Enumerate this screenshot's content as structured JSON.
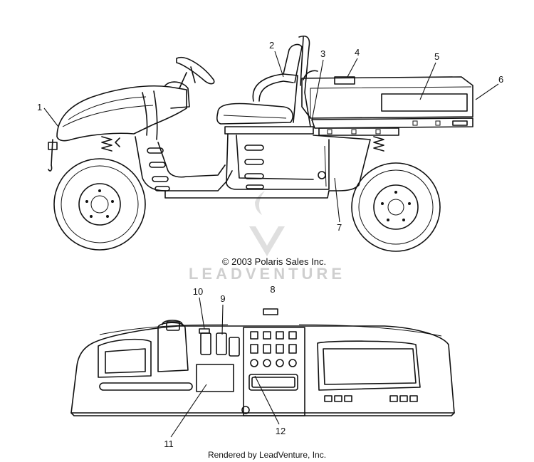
{
  "copyright": "© 2003 Polaris Sales Inc.",
  "watermark": "LEADVENTURE",
  "footer": "Rendered by LeadVenture, Inc.",
  "callouts": {
    "c1": "1",
    "c2": "2",
    "c3": "3",
    "c4": "4",
    "c5": "5",
    "c6": "6",
    "c7": "7",
    "c8": "8",
    "c9": "9",
    "c10": "10",
    "c11": "11",
    "c12": "12"
  }
}
